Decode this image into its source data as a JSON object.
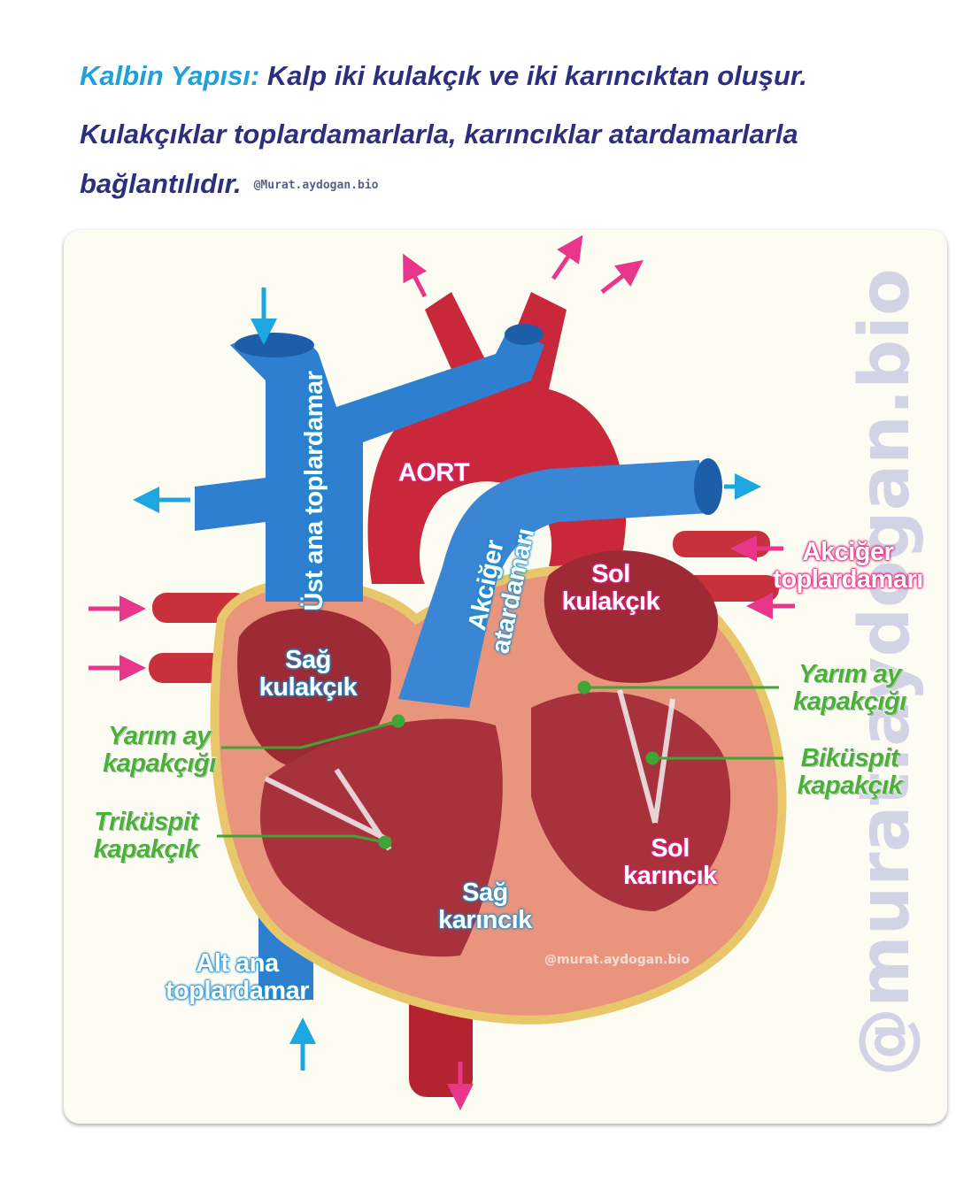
{
  "header": {
    "title_accent": "Kalbin Yapısı:",
    "line1": "Kalp iki kulakçık ve iki karıncıktan oluşur.",
    "line2": "Kulakçıklar toplardamarlarla, karıncıklar atardamarlarla",
    "line3": "bağlantılıdır.",
    "credit": "@Murat.aydogan.bio"
  },
  "diagram": {
    "labels": {
      "ust_ana": "Üst ana toplardamar",
      "aort": "AORT",
      "akciger_atardamari": "Akciğer atardamarı",
      "sol_kulakcik": "Sol kulakçık",
      "sag_kulakcik": "Sağ kulakçık",
      "akciger_toplardamari": "Akciğer toplardamarı",
      "yarim_ay_left": "Yarım ay kapakçığı",
      "yarim_ay_right": "Yarım ay kapakçığı",
      "bikuspit": "Biküspit kapakçık",
      "trikuspit": "Triküspit kapakçık",
      "sol_karincik": "Sol karıncık",
      "sag_karincik": "Sağ karıncık",
      "alt_ana": "Alt ana toplardamar"
    },
    "watermark": "@murat.aydogan.bio",
    "inner_watermark": "@murat.aydogan.bio",
    "colors": {
      "vein": "#2e7fd0",
      "artery": "#c8283a",
      "muscle": "#e9957e",
      "label_green": "#4caf3a",
      "label_pink": "#e0237e",
      "arrow_blue": "#1ea6e0",
      "arrow_pink": "#e8378a"
    }
  }
}
